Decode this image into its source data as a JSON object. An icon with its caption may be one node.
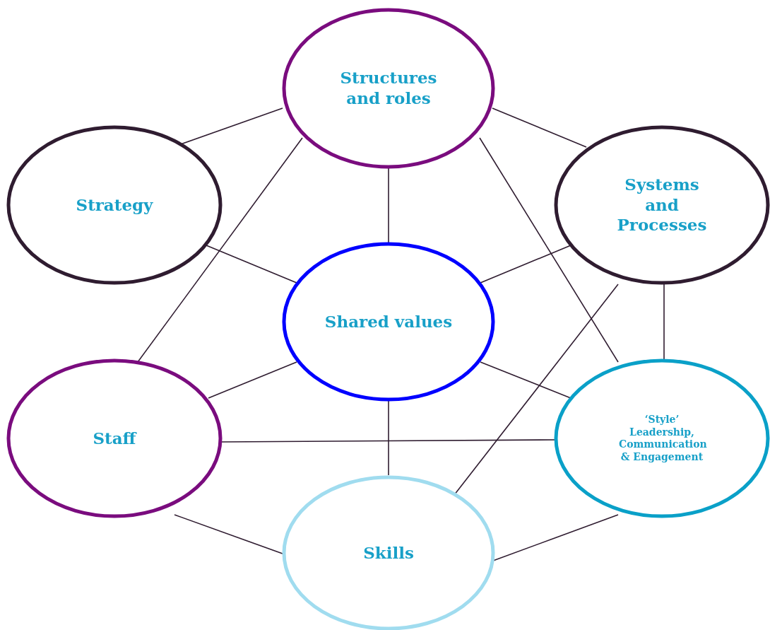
{
  "diagram": {
    "nodes": [
      {
        "text": [
          "Structures and roles"
        ]
      },
      {
        "text": [
          "Strategy"
        ]
      },
      {
        "text": [
          "Systems and Processes"
        ]
      },
      {
        "text": [
          "Shared values"
        ]
      },
      {
        "text": [
          "Staff"
        ]
      },
      {
        "text": [
          "‘Style’ Leadership, Communication & Engagement"
        ]
      },
      {
        "text": [
          "Skills"
        ]
      }
    ],
    "edges": [
      {
        "from": 0,
        "to": 1,
        "arrow": "none"
      },
      {
        "from": 0,
        "to": 2,
        "arrow": "none"
      },
      {
        "from": 0,
        "to": 3,
        "arrow": "none"
      },
      {
        "from": 0,
        "to": 4,
        "arrow": "none"
      },
      {
        "from": 0,
        "to": 5,
        "arrow": "none"
      },
      {
        "from": 1,
        "to": 3,
        "arrow": "none"
      },
      {
        "from": 2,
        "to": 3,
        "arrow": "none"
      },
      {
        "from": 2,
        "to": 5,
        "arrow": "none"
      },
      {
        "from": 2,
        "to": 6,
        "arrow": "none"
      },
      {
        "from": 3,
        "to": 4,
        "arrow": "none"
      },
      {
        "from": 3,
        "to": 5,
        "arrow": "none"
      },
      {
        "from": 3,
        "to": 6,
        "arrow": "none"
      },
      {
        "from": 4,
        "to": 5,
        "arrow": "none"
      },
      {
        "from": 4,
        "to": 6,
        "arrow": "none"
      },
      {
        "from": 5,
        "to": 6,
        "arrow": "none"
      }
    ]
  }
}
